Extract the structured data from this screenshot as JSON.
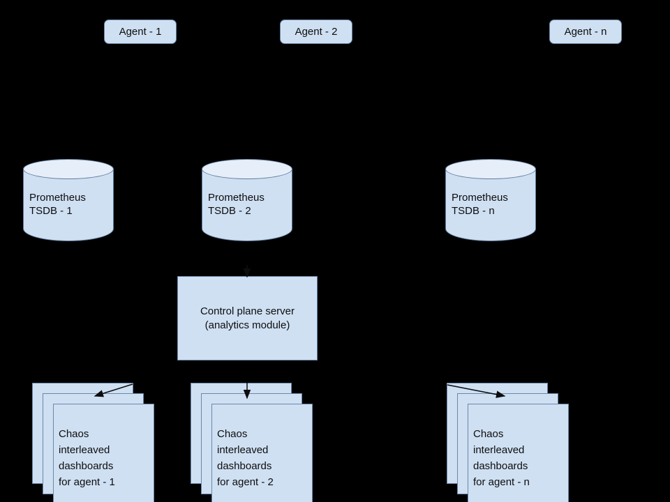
{
  "diagram": {
    "background_color": "#000000",
    "node_fill": "#cfe0f3",
    "node_fill_light": "#e6eef9",
    "node_stroke": "#6b87a8",
    "text_color": "#0d0d0d",
    "agents": [
      {
        "label": "Agent - 1"
      },
      {
        "label": "Agent - 2"
      },
      {
        "label": "Agent - n"
      }
    ],
    "datastores": [
      {
        "label": "Prometheus\nTSDB - 1"
      },
      {
        "label": "Prometheus\nTSDB - 2"
      },
      {
        "label": "Prometheus\nTSDB - n"
      }
    ],
    "control_plane": {
      "label": "Control plane server\n(analytics module)"
    },
    "dashboard_stacks": [
      {
        "label": "Chaos\ninterleaved\ndashboards\nfor agent - 1",
        "cards": 3
      },
      {
        "label": "Chaos\ninterleaved\ndashboards\nfor agent - 2",
        "cards": 3
      },
      {
        "label": "Chaos\ninterleaved\ndashboards\nfor agent - n",
        "cards": 3
      }
    ],
    "connectors": [
      {
        "from": "control-plane",
        "to": "dashboard-stack-1",
        "style": "arrow"
      },
      {
        "from": "control-plane",
        "to": "dashboard-stack-2",
        "style": "arrow"
      },
      {
        "from": "control-plane",
        "to": "dashboard-stack-n",
        "style": "arrow"
      },
      {
        "from": "prometheus-tsdb-2",
        "to": "control-plane",
        "style": "arrow"
      }
    ]
  }
}
